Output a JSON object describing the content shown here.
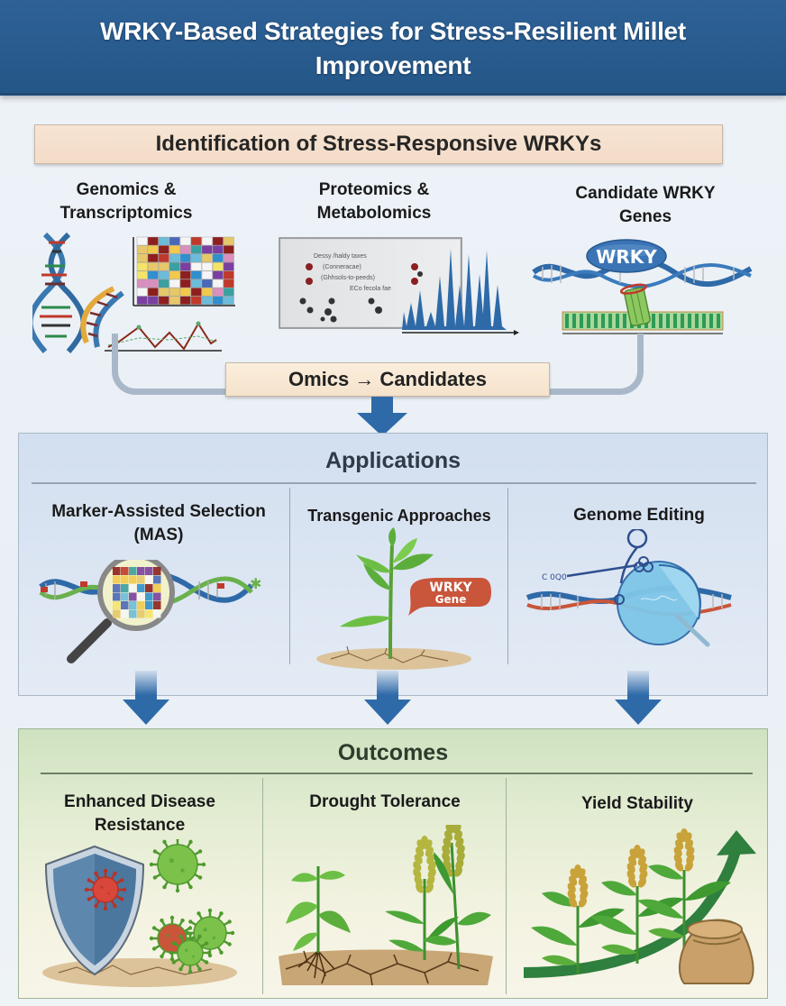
{
  "header": {
    "title": "WRKY-Based Strategies for Stress-Resilient Millet Improvement"
  },
  "identification": {
    "banner": "Identification of Stress-Responsive WRKYs",
    "columns": [
      {
        "label": "Genomics & Transcriptomics",
        "icon": "dna-helix-heatmap-icon"
      },
      {
        "label": "Proteomics & Metabolomics",
        "icon": "mass-spectrum-icon"
      },
      {
        "label": "Candidate WRKY Genes",
        "icon": "wrky-protein-dna-binding-icon",
        "protein_label": "WRKY"
      }
    ],
    "connector_label": "Omics → Candidates"
  },
  "applications": {
    "title": "Applications",
    "columns": [
      {
        "label": "Marker-Assisted Selection (MAS)",
        "icon": "magnifier-dna-icon"
      },
      {
        "label": "Transgenic Approaches",
        "icon": "seedling-icon",
        "bubble_line1": "WRKY",
        "bubble_line2": "Gene"
      },
      {
        "label": "Genome Editing",
        "icon": "crispr-scissors-icon",
        "scissor_tag": "C 0Q0"
      }
    ]
  },
  "outcomes": {
    "title": "Outcomes",
    "columns": [
      {
        "label": "Enhanced Disease Resistance",
        "icon": "shield-virus-icon"
      },
      {
        "label": "Drought Tolerance",
        "icon": "drought-plants-icon"
      },
      {
        "label": "Yield Stability",
        "icon": "yield-growth-icon"
      }
    ]
  },
  "colors": {
    "header_blue": "#2b5d91",
    "arrow_blue": "#2f6aa8",
    "banner_peach": "#f5dfcb",
    "applications_bg": "#d6e2f0",
    "outcomes_bg": "#dde9cd",
    "wrky_protein": "#3a74b5",
    "bubble_red": "#c9553a"
  }
}
